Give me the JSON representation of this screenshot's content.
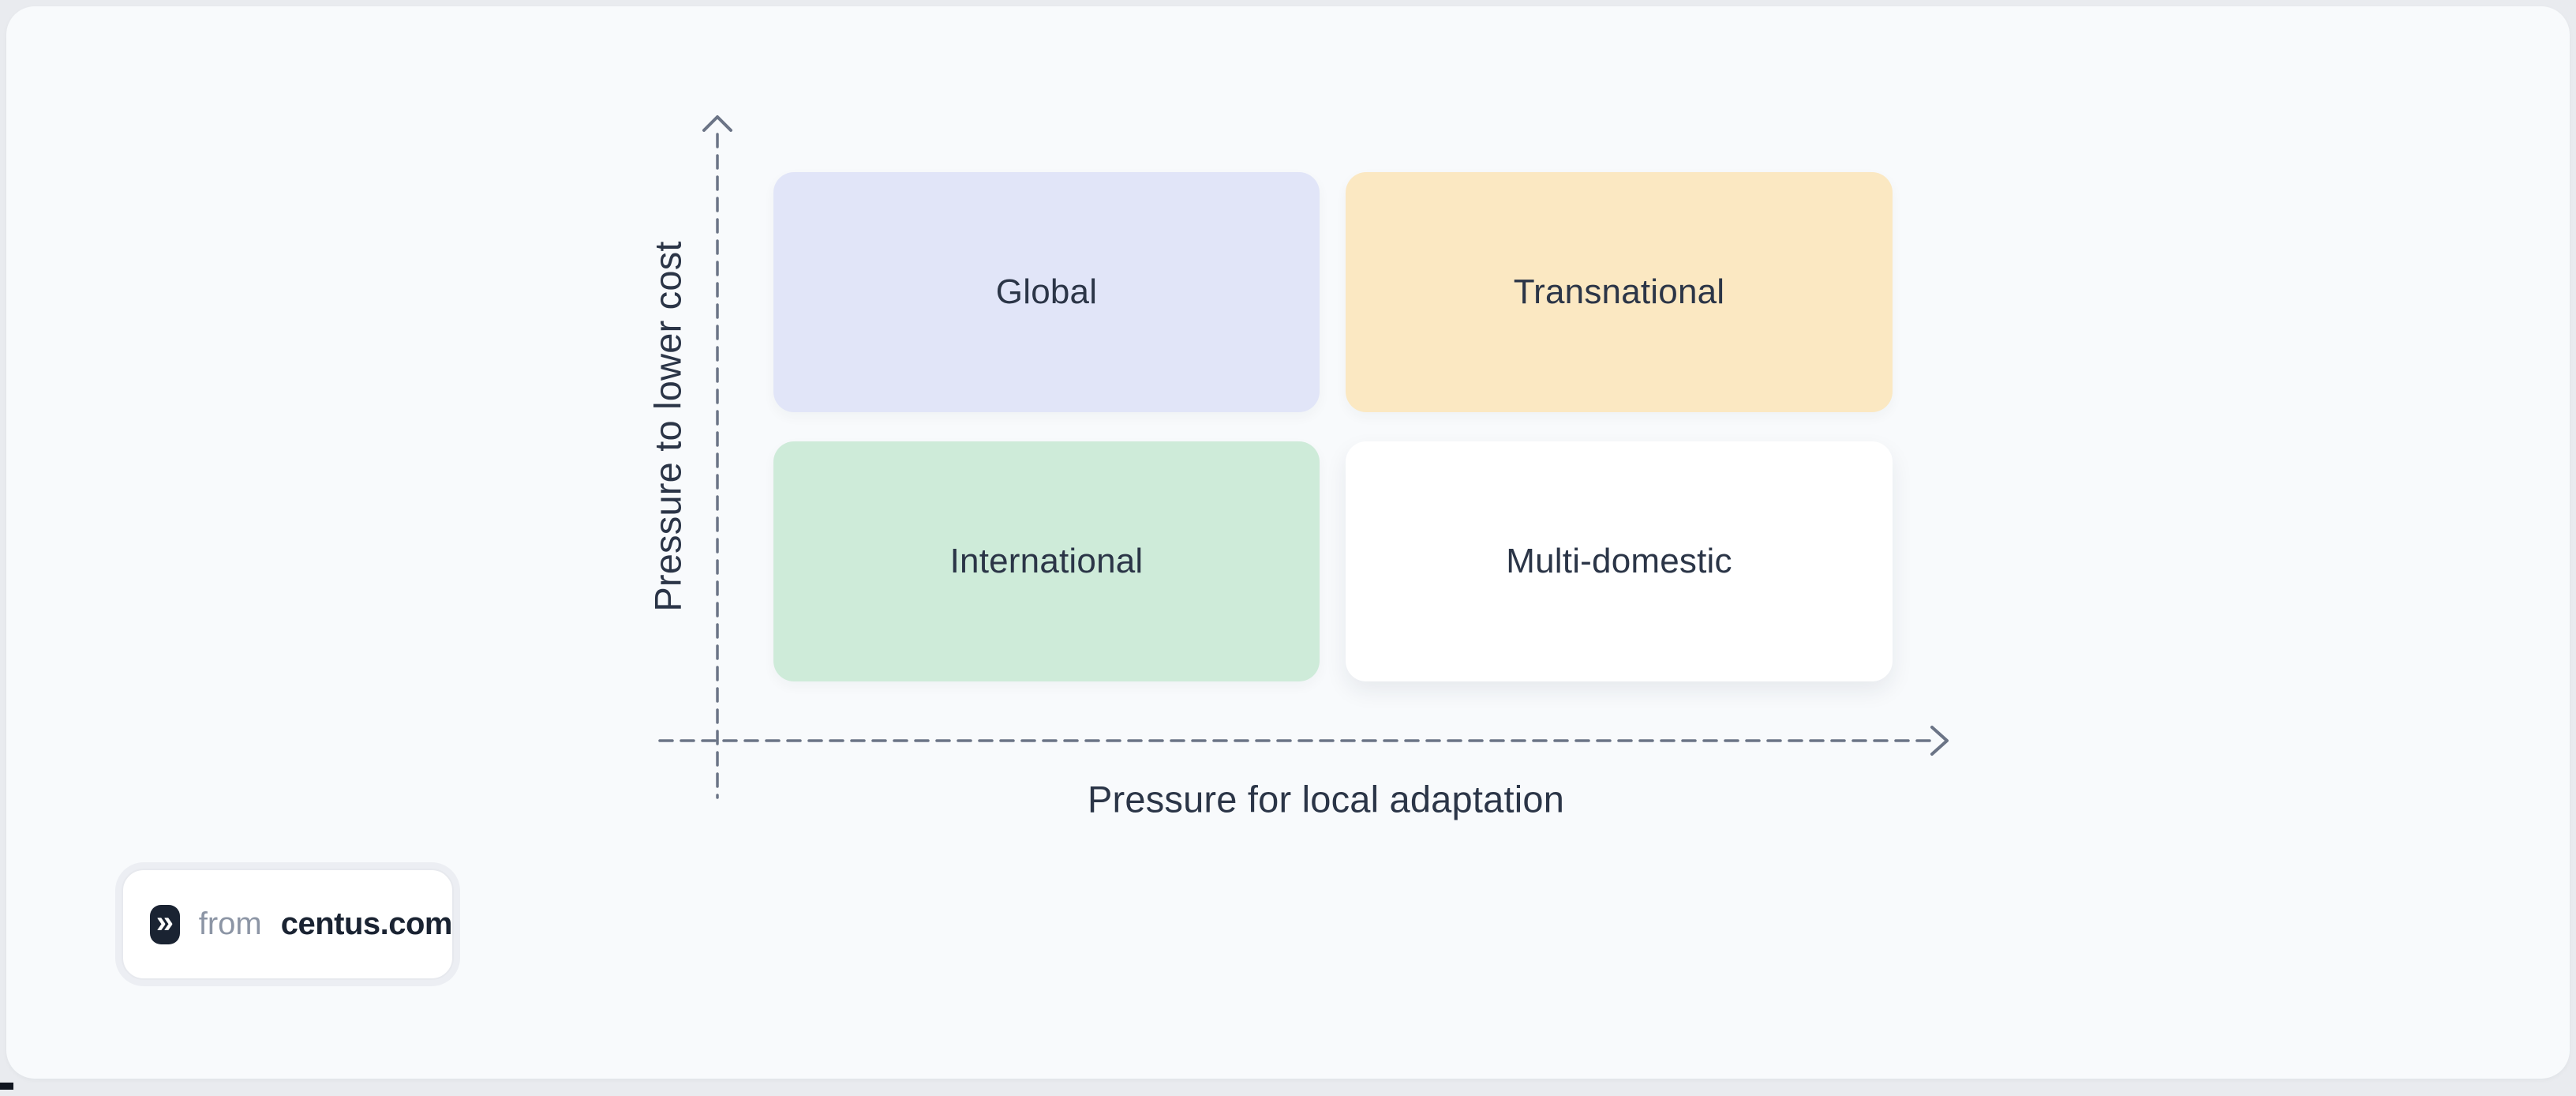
{
  "matrix": {
    "title": "",
    "y_axis_label": "Pressure to lower cost",
    "x_axis_label": "Pressure for local adaptation",
    "quadrants": [
      {
        "id": "global",
        "label": "Global",
        "bg": "#e1e5f8",
        "position": "top-left"
      },
      {
        "id": "transnational",
        "label": "Transnational",
        "bg": "#fbe8c2",
        "position": "top-right"
      },
      {
        "id": "international",
        "label": "International",
        "bg": "#ceebd9",
        "position": "bottom-left"
      },
      {
        "id": "multi-domestic",
        "label": "Multi-domestic",
        "bg": "#ffffff",
        "position": "bottom-right"
      }
    ],
    "axis_style": {
      "stroke_color": "#6b7486",
      "dash": "dashed",
      "arrow": "open-chevron"
    }
  },
  "colors": {
    "card_background": "#f8fafc",
    "page_background": "#e9ebef",
    "label_text": "#2b3547",
    "attribution_site_text": "#1a2332",
    "attribution_from_text": "#8c95a5",
    "attribution_icon_background": "#1a2332"
  },
  "attribution": {
    "prefix": "from",
    "site": "centus.com",
    "icon": "double-chevron-icon",
    "icon_glyph": "»"
  }
}
